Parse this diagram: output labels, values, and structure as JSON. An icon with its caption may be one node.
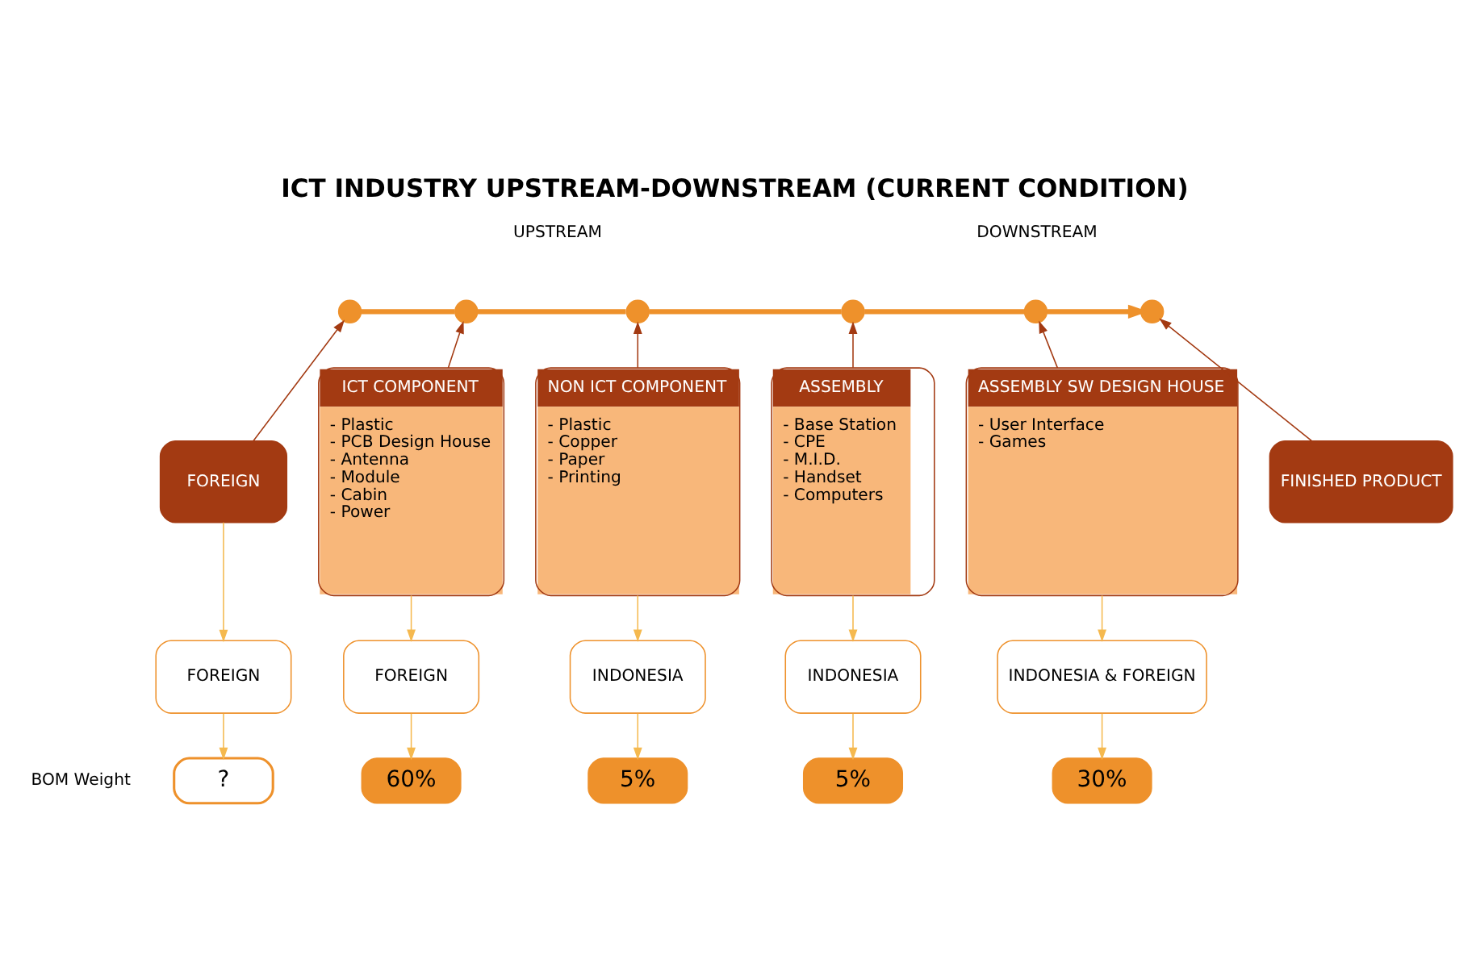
{
  "diagram": {
    "title": "ICT INDUSTRY UPSTREAM-DOWNSTREAM (CURRENT CONDITION)",
    "nodes": [
      {
        "text": [],
        "shape": "circle"
      },
      {
        "text": [],
        "shape": "circle"
      },
      {
        "text": [],
        "shape": "circle"
      },
      {
        "text": [],
        "shape": "circle"
      },
      {
        "text": [],
        "shape": "circle"
      },
      {
        "text": [],
        "shape": "circle"
      },
      {
        "text": [
          "FOREIGN"
        ]
      },
      {
        "text": [
          "ICT COMPONENT",
          "- Plastic",
          "- PCB Design House",
          "- Antenna",
          "- Module",
          "- Cabin",
          "- Power"
        ]
      },
      {
        "text": [
          "NON ICT COMPONENT",
          "- Plastic",
          "- Copper",
          "- Paper",
          "- Printing"
        ]
      },
      {
        "text": [
          "ASSEMBLY",
          "- Base Station",
          "- CPE",
          "- M.I.D.",
          "- Handset",
          "- Computers"
        ]
      },
      {
        "text": [
          "ASSEMBLY SW DESIGN HOUSE",
          "- User Interface",
          "- Games"
        ]
      },
      {
        "text": [
          "FINISHED PRODUCT"
        ]
      },
      {
        "text": [
          "FOREIGN"
        ]
      },
      {
        "text": [
          "FOREIGN"
        ]
      },
      {
        "text": [
          "INDONESIA"
        ]
      },
      {
        "text": [
          "INDONESIA"
        ]
      },
      {
        "text": [
          "INDONESIA & FOREIGN"
        ]
      },
      {
        "text": [
          "?"
        ]
      },
      {
        "text": [
          "60%"
        ]
      },
      {
        "text": [
          "5%"
        ]
      },
      {
        "text": [
          "5%"
        ]
      },
      {
        "text": [
          "30%"
        ]
      }
    ],
    "edges": [
      {
        "from": 0,
        "to": 1,
        "arrow": "none",
        "style": "thick",
        "color": "#ee912b"
      },
      {
        "from": 1,
        "to": 2,
        "arrow": "none",
        "style": "thick",
        "color": "#ee912b"
      },
      {
        "from": 2,
        "to": 3,
        "arrow": "none",
        "style": "thick",
        "color": "#ee912b"
      },
      {
        "from": 3,
        "to": 4,
        "arrow": "none",
        "style": "thick",
        "color": "#ee912b"
      },
      {
        "from": 4,
        "to": 5,
        "arrow": "to",
        "style": "thick",
        "color": "#ee912b"
      },
      {
        "from": 6,
        "to": 0,
        "arrow": "to",
        "color": "#a33a12"
      },
      {
        "from": 7,
        "to": 1,
        "arrow": "to",
        "color": "#a33a12"
      },
      {
        "from": 8,
        "to": 2,
        "arrow": "to",
        "color": "#a33a12"
      },
      {
        "from": 9,
        "to": 3,
        "arrow": "to",
        "color": "#a33a12"
      },
      {
        "from": 10,
        "to": 4,
        "arrow": "to",
        "color": "#a33a12"
      },
      {
        "from": 11,
        "to": 5,
        "arrow": "to",
        "color": "#a33a12"
      },
      {
        "from": 6,
        "to": 12,
        "arrow": "to"
      },
      {
        "from": 7,
        "to": 13,
        "arrow": "to"
      },
      {
        "from": 8,
        "to": 14,
        "arrow": "to"
      },
      {
        "from": 9,
        "to": 15,
        "arrow": "to"
      },
      {
        "from": 10,
        "to": 16,
        "arrow": "to"
      },
      {
        "from": 12,
        "to": 17,
        "arrow": "to"
      },
      {
        "from": 13,
        "to": 18,
        "arrow": "to"
      },
      {
        "from": 14,
        "to": 19,
        "arrow": "to"
      },
      {
        "from": 15,
        "to": 20,
        "arrow": "to"
      },
      {
        "from": 16,
        "to": 21,
        "arrow": "to"
      }
    ],
    "labels": [
      "UPSTREAM",
      "DOWNSTREAM",
      "BOM Weight"
    ]
  }
}
